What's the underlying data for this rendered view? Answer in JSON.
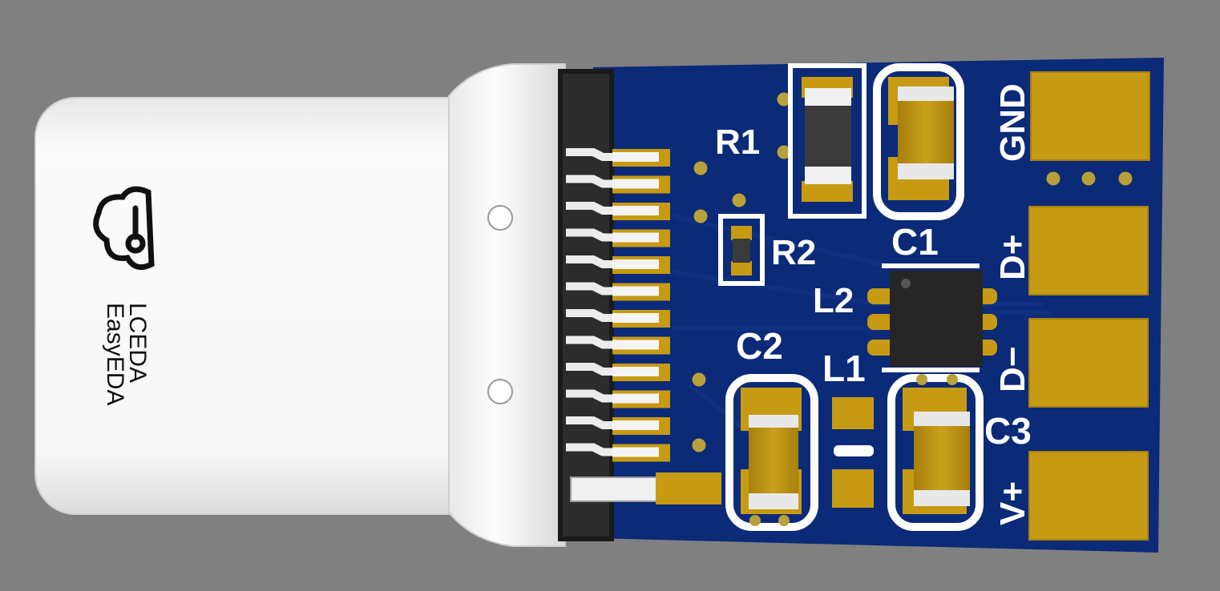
{
  "silkscreen": {
    "r1": "R1",
    "r2": "R2",
    "c1": "C1",
    "c2": "C2",
    "c3": "C3",
    "l1": "L1",
    "l2": "L2",
    "gnd": "GND",
    "dplus": "D+",
    "dminus": "D−",
    "vplus": "V+"
  },
  "connector": {
    "brand_line1": "LCEDA",
    "brand_line2": "EasyEDA",
    "logo_icon": "cloud-key-icon"
  },
  "colors": {
    "board": "#0b2a78",
    "pad_gold": "#c79a14",
    "silkscreen": "#ffffff",
    "connector_shell": "#f2f2f2",
    "background": "#808080"
  }
}
